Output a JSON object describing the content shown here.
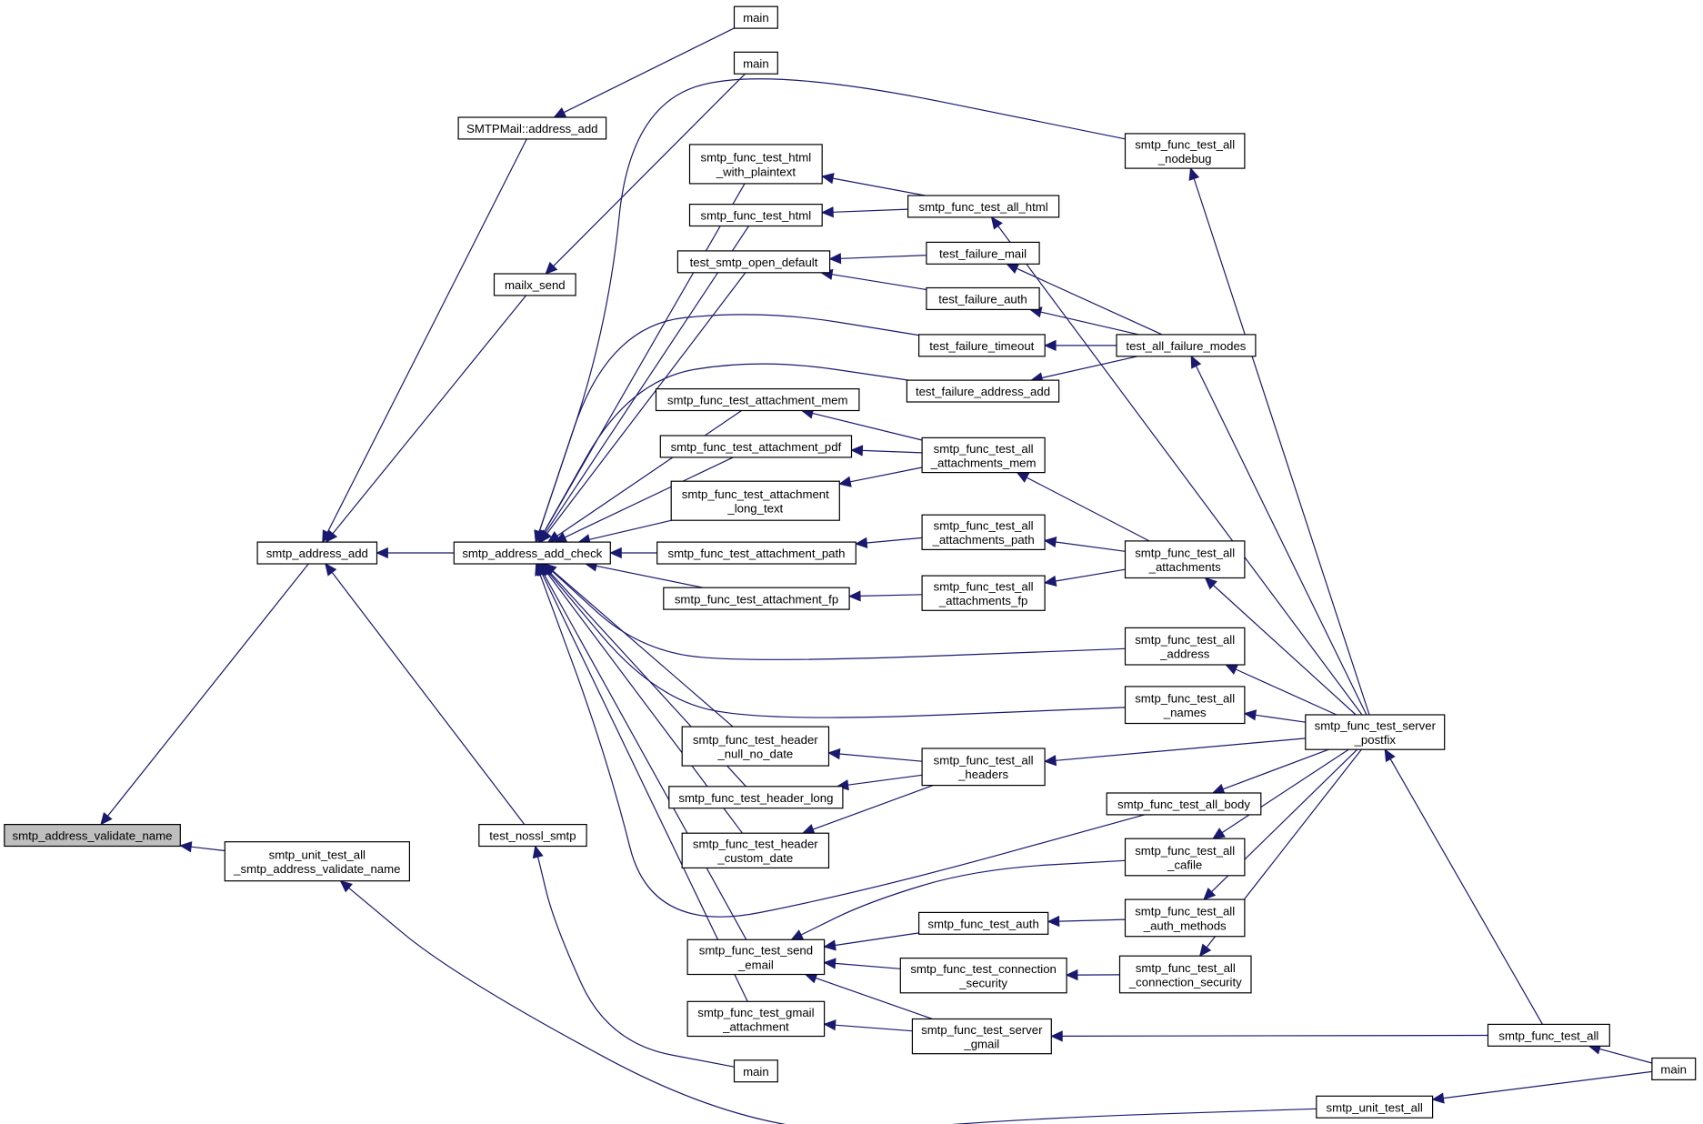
{
  "diagram": {
    "type": "caller-graph",
    "colors": {
      "edge": "#191970",
      "root_fill": "#bfbfbf",
      "node_fill": "#ffffff",
      "node_border": "#000000"
    },
    "nodes": {
      "root": [
        "smtp_address_validate_name"
      ],
      "address_add": [
        "smtp_address_add"
      ],
      "unit_validate": [
        "smtp_unit_test_all",
        "_smtp_address_validate_name"
      ],
      "smtpmail_add": [
        "SMTPMail::address_add"
      ],
      "mailx_send": [
        "mailx_send"
      ],
      "add_check": [
        "smtp_address_add_check"
      ],
      "nossl": [
        "test_nossl_smtp"
      ],
      "main1": [
        "main"
      ],
      "main2": [
        "main"
      ],
      "html_plain": [
        "smtp_func_test_html",
        "_with_plaintext"
      ],
      "html": [
        "smtp_func_test_html"
      ],
      "open_default": [
        "test_smtp_open_default"
      ],
      "att_mem": [
        "smtp_func_test_attachment_mem"
      ],
      "att_pdf": [
        "smtp_func_test_attachment_pdf"
      ],
      "att_long": [
        "smtp_func_test_attachment",
        "_long_text"
      ],
      "att_path": [
        "smtp_func_test_attachment_path"
      ],
      "att_fp": [
        "smtp_func_test_attachment_fp"
      ],
      "hdr_null": [
        "smtp_func_test_header",
        "_null_no_date"
      ],
      "hdr_long": [
        "smtp_func_test_header_long"
      ],
      "hdr_custom": [
        "smtp_func_test_header",
        "_custom_date"
      ],
      "send_email": [
        "smtp_func_test_send",
        "_email"
      ],
      "gmail_att": [
        "smtp_func_test_gmail",
        "_attachment"
      ],
      "main_bottom": [
        "main"
      ],
      "all_html": [
        "smtp_func_test_all_html"
      ],
      "fail_mail": [
        "test_failure_mail"
      ],
      "fail_auth": [
        "test_failure_auth"
      ],
      "fail_timeout": [
        "test_failure_timeout"
      ],
      "fail_addr": [
        "test_failure_address_add"
      ],
      "all_att_mem": [
        "smtp_func_test_all",
        "_attachments_mem"
      ],
      "all_att_path": [
        "smtp_func_test_all",
        "_attachments_path"
      ],
      "all_att_fp": [
        "smtp_func_test_all",
        "_attachments_fp"
      ],
      "all_headers": [
        "smtp_func_test_all",
        "_headers"
      ],
      "func_auth": [
        "smtp_func_test_auth"
      ],
      "conn_sec": [
        "smtp_func_test_connection",
        "_security"
      ],
      "server_gmail": [
        "smtp_func_test_server",
        "_gmail"
      ],
      "all_nodebug": [
        "smtp_func_test_all",
        "_nodebug"
      ],
      "all_fail_modes": [
        "test_all_failure_modes"
      ],
      "all_attachments": [
        "smtp_func_test_all",
        "_attachments"
      ],
      "all_address": [
        "smtp_func_test_all",
        "_address"
      ],
      "all_names": [
        "smtp_func_test_all",
        "_names"
      ],
      "all_body": [
        "smtp_func_test_all_body"
      ],
      "all_cafile": [
        "smtp_func_test_all",
        "_cafile"
      ],
      "all_auth_methods": [
        "smtp_func_test_all",
        "_auth_methods"
      ],
      "all_conn_sec": [
        "smtp_func_test_all",
        "_connection_security"
      ],
      "unit_all": [
        "smtp_unit_test_all"
      ],
      "server_postfix": [
        "smtp_func_test_server",
        "_postfix"
      ],
      "func_all": [
        "smtp_func_test_all"
      ],
      "main_right": [
        "main"
      ]
    }
  }
}
